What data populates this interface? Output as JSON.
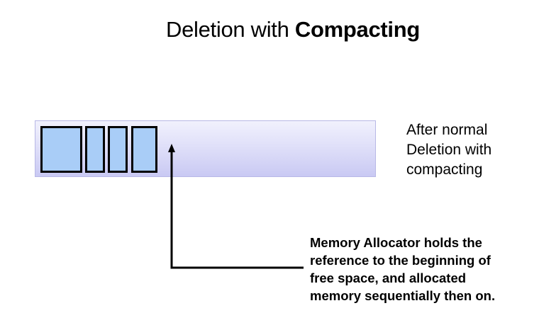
{
  "title": {
    "prefix": "Deletion with ",
    "emphasis": "Compacting"
  },
  "memory": {
    "allocated_blocks": 4,
    "block_color": "#a9cdf7",
    "bar_color": "#dcdcf8"
  },
  "side_label": "After normal\nDeletion with\ncompacting",
  "note": "Memory Allocator holds the\nreference to the beginning of\nfree space, and allocated\nmemory sequentially then on."
}
